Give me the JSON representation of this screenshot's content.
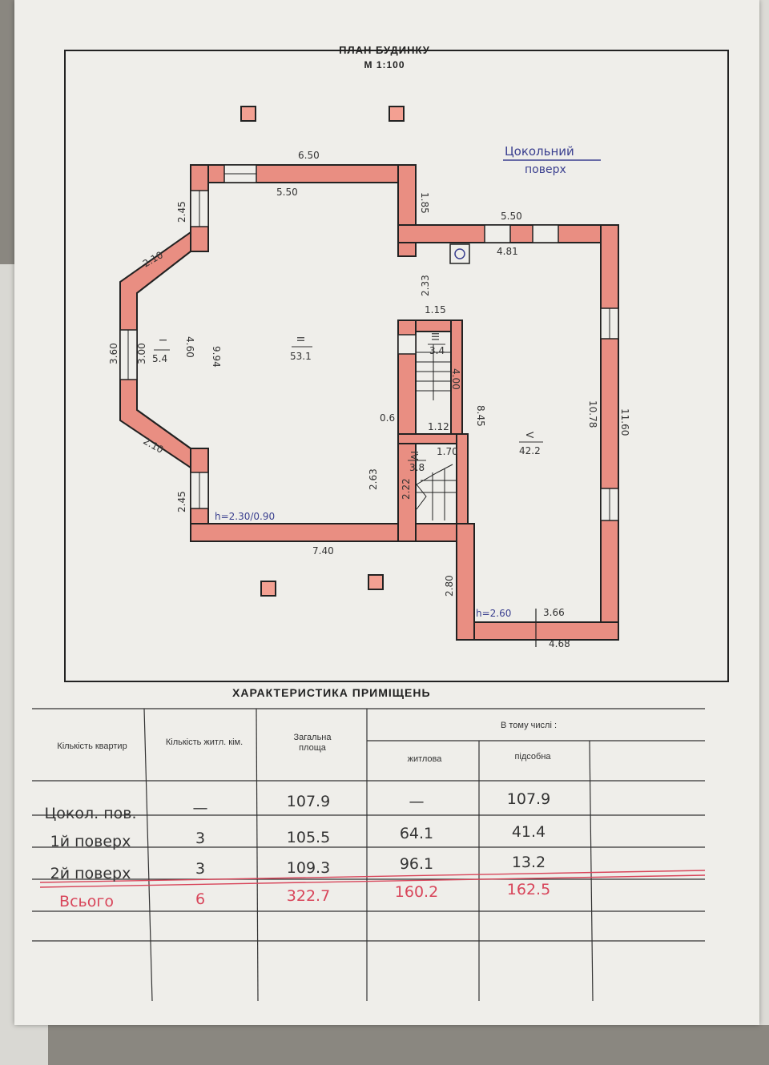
{
  "plan": {
    "title": "ПЛАН БУДИНКУ",
    "scale": "М 1:100",
    "floor_label_line1": "Цокольний",
    "floor_label_line2": "поверх",
    "dimensions": {
      "d650": "6.50",
      "d550a": "5.50",
      "d185": "1.85",
      "d550b": "5.50",
      "d481": "4.81",
      "d245a": "2.45",
      "d210a": "2.10",
      "d460": "4.60",
      "d360": "3.60",
      "d300": "3.00",
      "d994": "9.94",
      "d233": "2.33",
      "d115": "1.15",
      "d06": "0.6",
      "d112": "1.12",
      "d845": "8.45",
      "d170": "1.70",
      "d210b": "2.10",
      "d245b": "2.45",
      "d263": "2.63",
      "d222": "2.22",
      "d1078": "10.78",
      "d1160": "11.60",
      "d740": "7.40",
      "d280": "2.80",
      "d366": "3.66",
      "d468": "4.68",
      "d400": "4.00"
    },
    "heights": {
      "h1": "h=2.30/0.90",
      "h2": "h=2.60"
    },
    "rooms": [
      {
        "num": "I",
        "area": "5.4"
      },
      {
        "num": "II",
        "area": "53.1"
      },
      {
        "num": "III",
        "area": "3.4"
      },
      {
        "num": "IV",
        "area": "3.8"
      },
      {
        "num": "V",
        "area": "42.2"
      }
    ]
  },
  "table": {
    "title": "ХАРАКТЕРИСТИКА ПРИМІЩЕНЬ",
    "headers": {
      "apartments": "Кількість квартир",
      "rooms": "Кількість житл. кім.",
      "total_area": "Загальна площа",
      "including": "В тому числі :",
      "living": "житлова",
      "auxiliary": "підсобна"
    },
    "rows": [
      {
        "label": "Цокол. пов.",
        "rooms": "—",
        "total": "107.9",
        "living": "—",
        "aux": "107.9"
      },
      {
        "label": "1й поверх",
        "rooms": "3",
        "total": "105.5",
        "living": "64.1",
        "aux": "41.4"
      },
      {
        "label": "2й поверх",
        "rooms": "3",
        "total": "109.3",
        "living": "96.1",
        "aux": "13.2"
      },
      {
        "label": "Всього",
        "rooms": "6",
        "total": "322.7",
        "living": "160.2",
        "aux": "162.5"
      }
    ]
  },
  "colors": {
    "wall_fill": "#e98e82",
    "wall_stroke": "#222222",
    "paper": "#efeeea",
    "total_red": "#d8455a"
  }
}
